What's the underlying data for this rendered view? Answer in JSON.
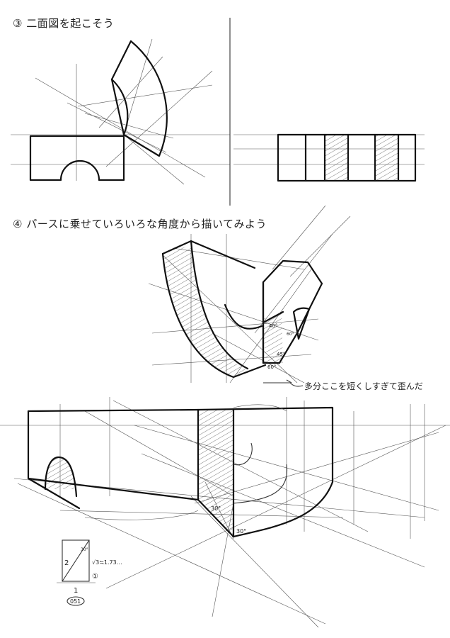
{
  "headings": {
    "step3": "③ 二面図を起こそう",
    "step4": "④ パースに乗せていろいろな角度から描いてみよう"
  },
  "annotations": {
    "note": "多分ここを短くしすぎて歪んだ",
    "angle_30_a": "30°",
    "angle_30_b": "30°",
    "angle_40": "40°",
    "angle_60": "60°",
    "angle_45": "45°",
    "angle_60_b": "60°"
  },
  "triangle_diagram": {
    "hyp": "2",
    "angle": "30°",
    "vertical": "√3≒1.73…",
    "circled": "①",
    "base": "1",
    "stamp": "051"
  }
}
